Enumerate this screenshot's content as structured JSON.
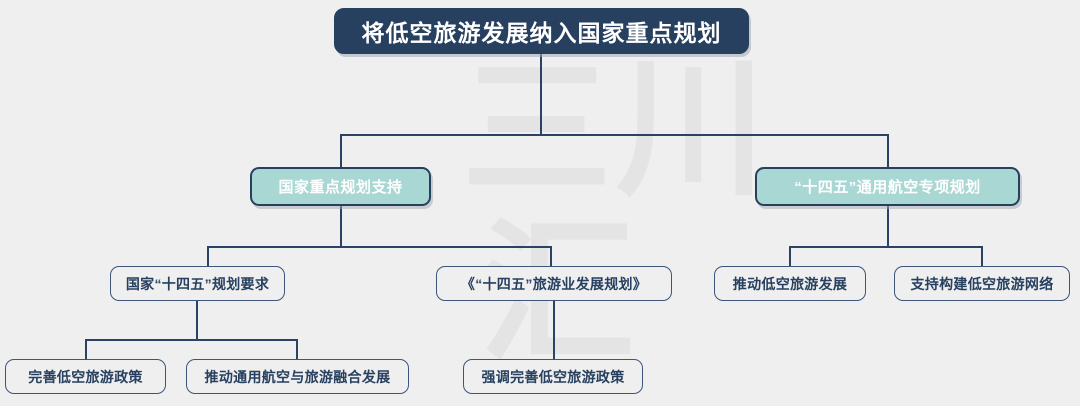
{
  "diagram": {
    "type": "organizational-tree",
    "watermark": {
      "line1": "三川",
      "line2": "汇"
    },
    "colors": {
      "background": "#efefef",
      "title_fill": "#27405f",
      "title_text": "#ffffff",
      "level2_fill": "#a9d7d3",
      "level2_text": "#ffffff",
      "node_fill": "#efefef",
      "node_text": "#27405f",
      "connector": "#2b4264",
      "watermark": "#e4e4e4"
    },
    "title": "将低空旅游发展纳入国家重点规划",
    "branches": [
      {
        "label": "国家重点规划支持",
        "children": [
          {
            "label": "国家“十四五”规划要求",
            "children": [
              {
                "label": "完善低空旅游政策"
              },
              {
                "label": "推动通用航空与旅游融合发展"
              }
            ]
          },
          {
            "label": "《“十四五”旅游业发展规划》",
            "children": [
              {
                "label": "强调完善低空旅游政策"
              }
            ]
          }
        ]
      },
      {
        "label": "“十四五”通用航空专项规划",
        "children": [
          {
            "label": "推动低空旅游发展",
            "children": []
          },
          {
            "label": "支持构建低空旅游网络",
            "children": []
          }
        ]
      }
    ]
  }
}
